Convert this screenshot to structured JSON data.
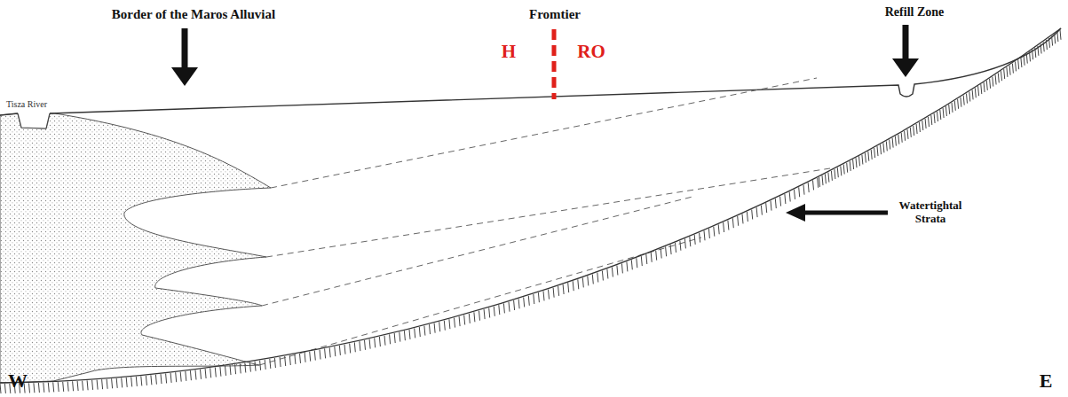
{
  "diagram": {
    "labels": [
      "Border of the Maros Alluvial",
      "Fromtier",
      "H",
      "RO",
      "Refill Zone",
      "Tisza River",
      "Watertightal Strata",
      "W",
      "E"
    ]
  }
}
